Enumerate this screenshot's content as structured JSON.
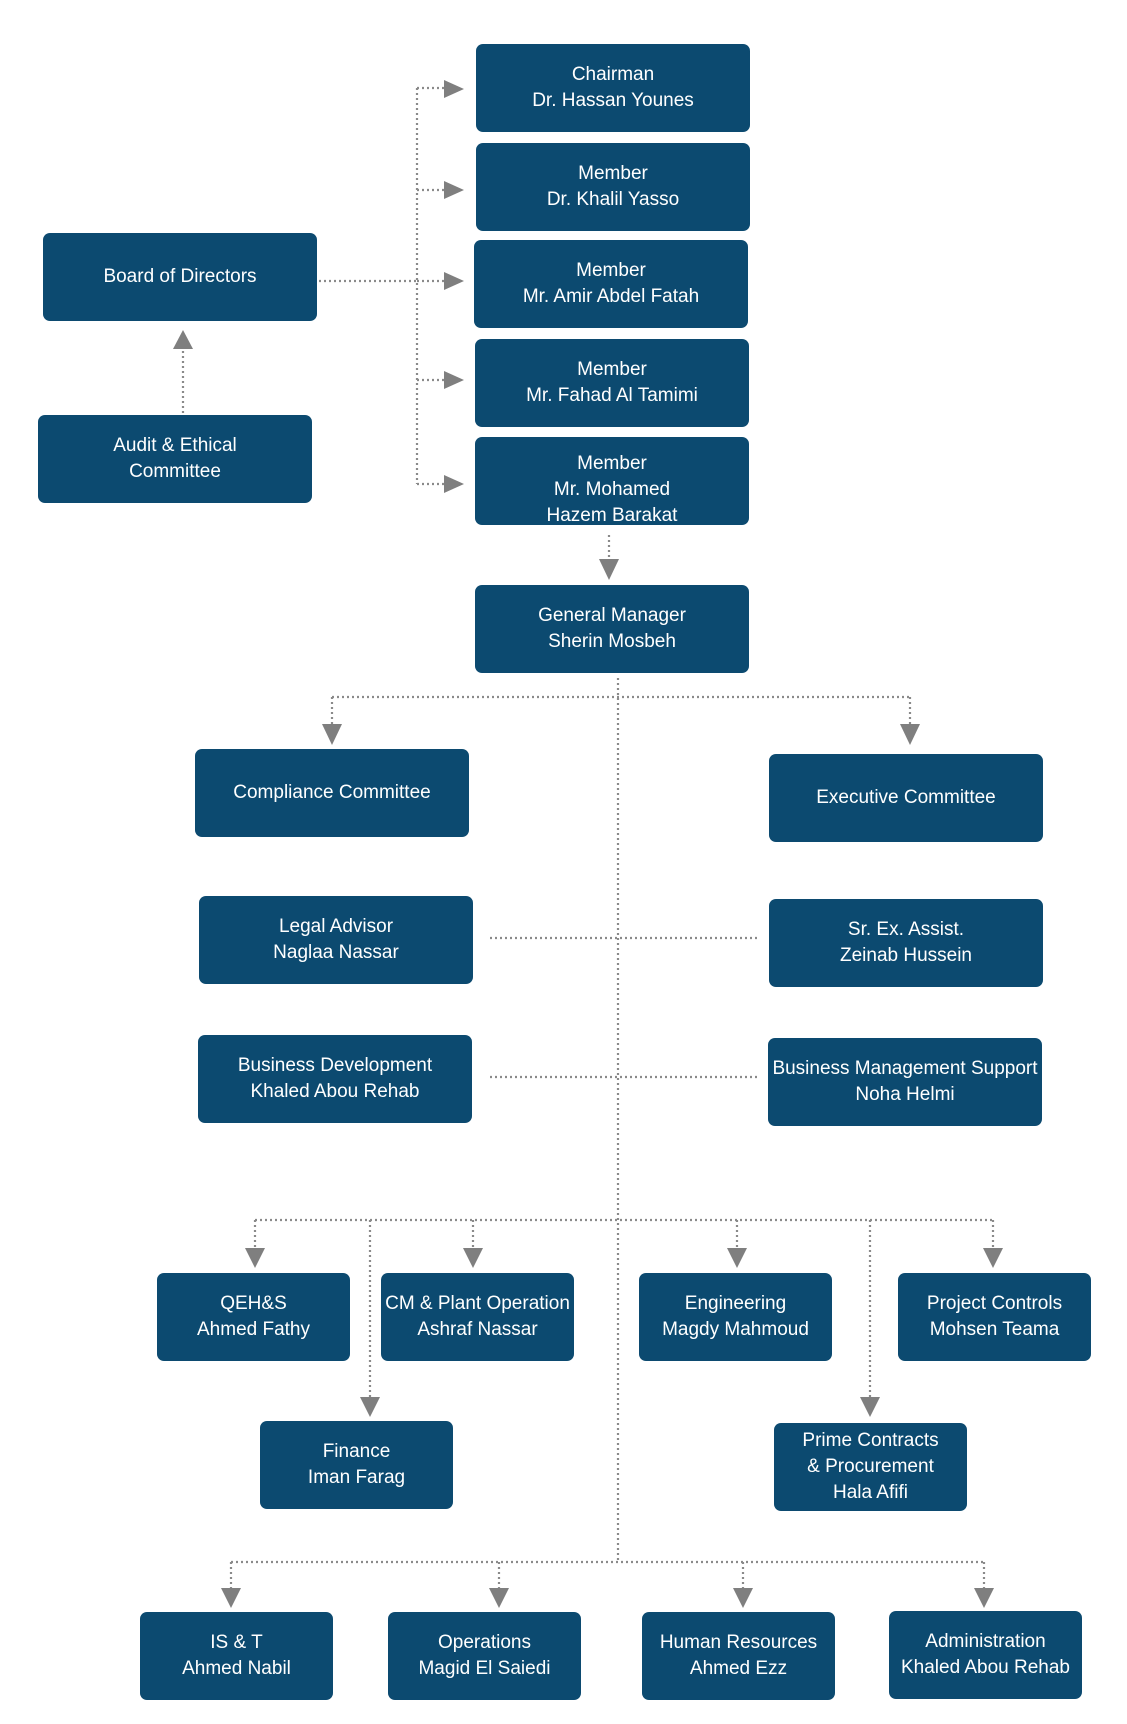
{
  "board": {
    "title": "Board of Directors",
    "members": [
      {
        "role": "Chairman",
        "name": "Dr. Hassan Younes"
      },
      {
        "role": "Member",
        "name": "Dr. Khalil Yasso"
      },
      {
        "role": "Member",
        "name": "Mr. Amir Abdel Fatah"
      },
      {
        "role": "Member",
        "name": "Mr. Fahad Al Tamimi"
      },
      {
        "role": "Member",
        "name_line1": "Mr. Mohamed",
        "name_line2": "Hazem Barakat"
      }
    ]
  },
  "audit": {
    "line1": "Audit & Ethical",
    "line2": "Committee"
  },
  "gm": {
    "title": "General Manager",
    "name": "Sherin Mosbeh"
  },
  "committees": {
    "compliance": "Compliance Committee",
    "executive": "Executive Committee"
  },
  "staff": {
    "legal": {
      "title": "Legal Advisor",
      "name": "Naglaa Nassar"
    },
    "assistant": {
      "title": "Sr. Ex. Assist.",
      "name": "Zeinab Hussein"
    },
    "bizdev": {
      "title": "Business Development",
      "name": "Khaled Abou Rehab"
    },
    "bms": {
      "title": "Business Management Support",
      "name": "Noha Helmi"
    }
  },
  "departments": {
    "qehs": {
      "title": "QEH&S",
      "name": "Ahmed Fathy"
    },
    "cm": {
      "title": "CM & Plant Operation",
      "name": "Ashraf Nassar"
    },
    "engineering": {
      "title": "Engineering",
      "name": "Magdy Mahmoud"
    },
    "project_controls": {
      "title": "Project Controls",
      "name": "Mohsen Teama"
    },
    "finance": {
      "title": "Finance",
      "name": "Iman Farag"
    },
    "prime": {
      "line1": "Prime Contracts",
      "line2": "& Procurement",
      "name": "Hala Afifi"
    },
    "ist": {
      "title": "IS & T",
      "name": "Ahmed Nabil"
    },
    "operations": {
      "title": "Operations",
      "name": "Magid El Saiedi"
    },
    "hr": {
      "title": "Human Resources",
      "name": "Ahmed Ezz"
    },
    "admin": {
      "title": "Administration",
      "name": "Khaled Abou Rehab"
    }
  },
  "colors": {
    "box": "#0c4a70",
    "connector": "#8a8a8a",
    "text": "#ffffff"
  }
}
